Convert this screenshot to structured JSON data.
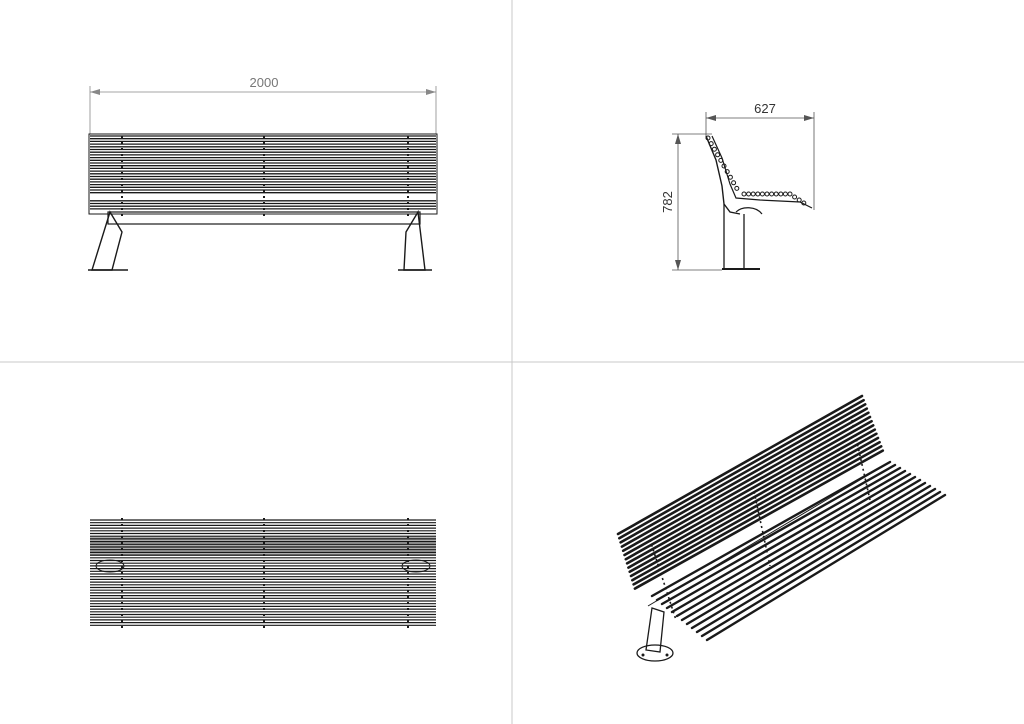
{
  "sheet": {
    "views": [
      {
        "id": "front",
        "dimension_label": "2000"
      },
      {
        "id": "side",
        "dimensions": {
          "width": "627",
          "height": "782"
        }
      },
      {
        "id": "top"
      },
      {
        "id": "isometric"
      }
    ]
  },
  "colors": {
    "line": "#1a1a1a",
    "frame": "#c8c8c8",
    "dimension": "#555555",
    "dimension_gray": "#888888"
  }
}
